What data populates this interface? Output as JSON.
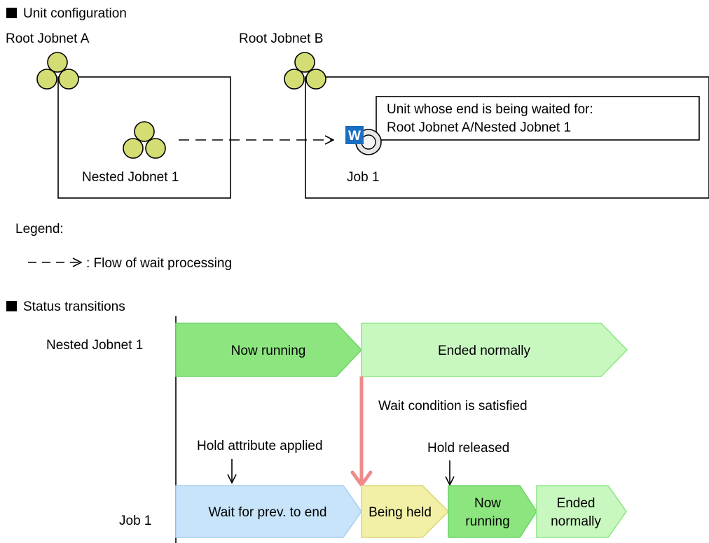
{
  "unit_configuration": {
    "heading": "Unit configuration",
    "root_jobnet_a": {
      "label": "Root Jobnet A"
    },
    "root_jobnet_b": {
      "label": "Root Jobnet B"
    },
    "nested_jobnet": {
      "label": "Nested Jobnet 1"
    },
    "job": {
      "label": "Job 1",
      "badge": "W"
    },
    "wait_callout": {
      "line1": "Unit whose end is being waited for:",
      "line2": "Root Jobnet A/Nested Jobnet 1"
    },
    "colors": {
      "jobnet_circle": "#d4dc74",
      "badge": "#1a6fc0"
    }
  },
  "legend": {
    "title": "Legend:",
    "flow_item": ": Flow of wait processing"
  },
  "status_transitions": {
    "heading": "Status transitions",
    "nested_jobnet_row": {
      "label": "Nested Jobnet 1",
      "states": [
        {
          "label": "Now running",
          "color": "#8de57f"
        },
        {
          "label": "Ended normally",
          "color": "#c8f8c0"
        }
      ]
    },
    "wait_event": {
      "label": "Wait condition is satisfied",
      "color": "#f08a8a"
    },
    "job_row": {
      "label": "Job 1",
      "annotations": {
        "hold_applied": "Hold attribute applied",
        "hold_released": "Hold released"
      },
      "states": [
        {
          "label": "Wait for prev. to end",
          "color": "#c8e4fa"
        },
        {
          "label": "Being held",
          "color": "#f2f0a6"
        },
        {
          "label_line1": "Now",
          "label_line2": "running",
          "color": "#8de57f"
        },
        {
          "label_line1": "Ended",
          "label_line2": "normally",
          "color": "#c8f8c0"
        }
      ]
    }
  }
}
